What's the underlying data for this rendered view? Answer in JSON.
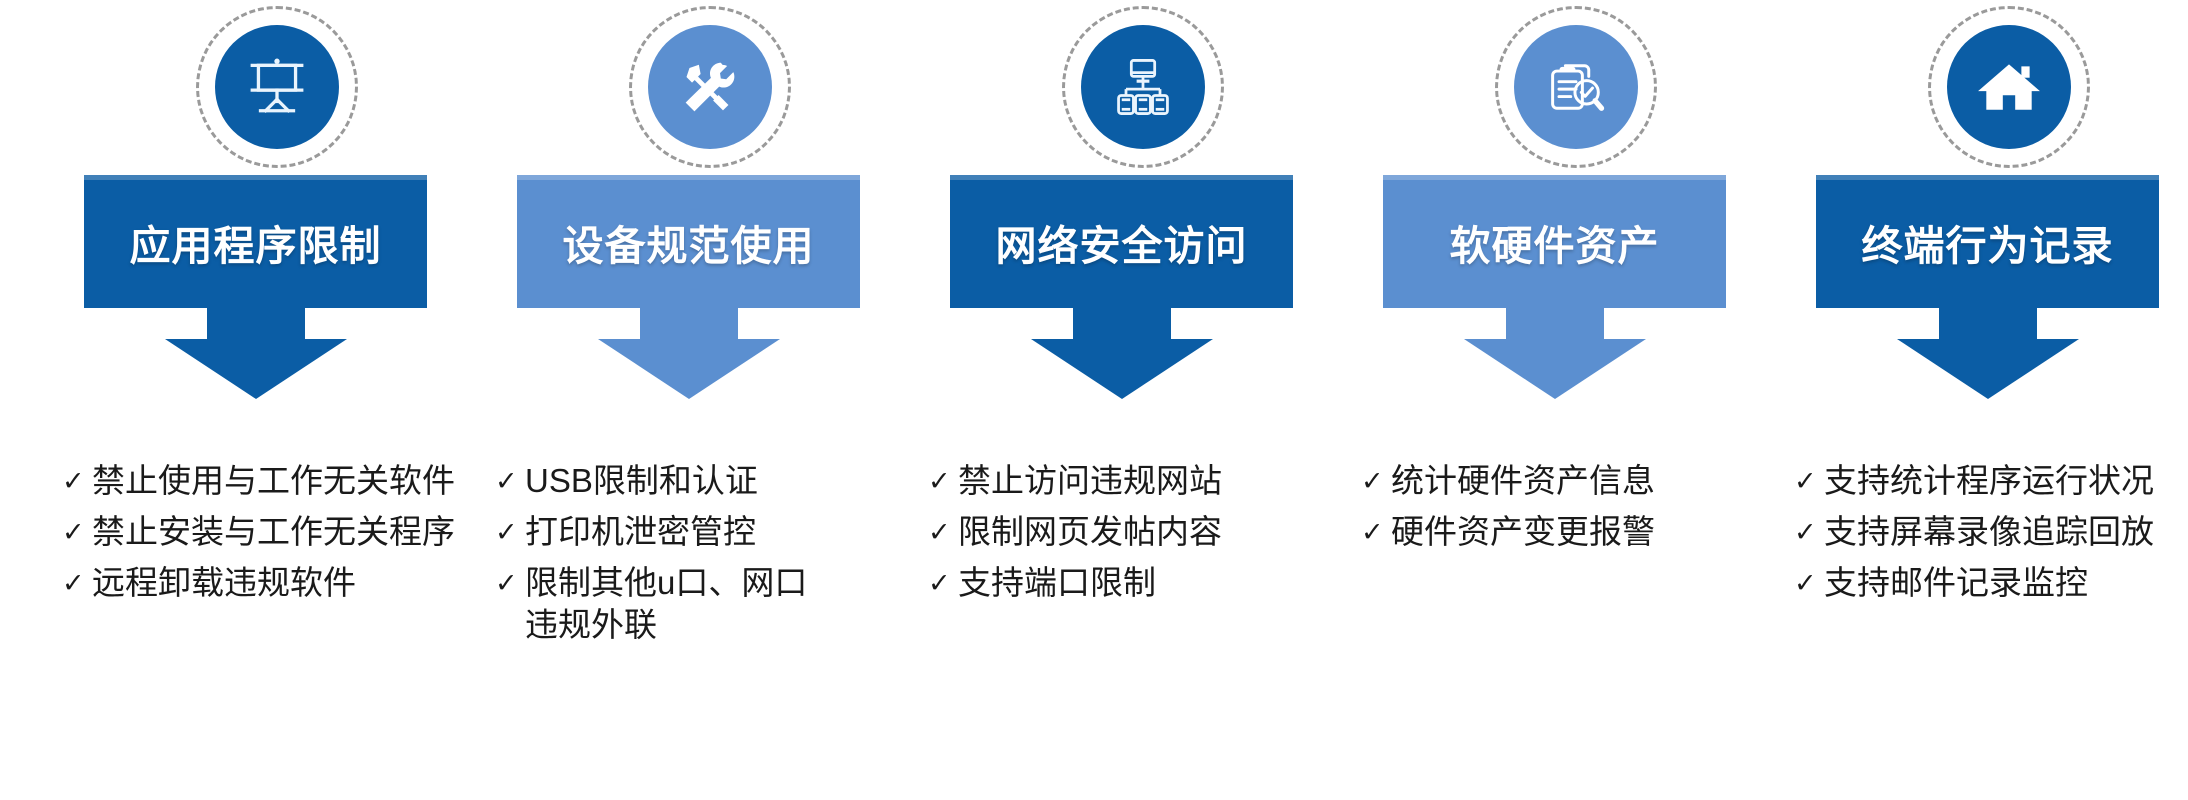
{
  "diagram": {
    "type": "five-pillar-process-infographic",
    "colors": {
      "dark_blue": "#0B5DA5",
      "light_blue": "#5B8FD0",
      "ring_gray": "#9a9a9a",
      "text_dark": "#1a1a1a",
      "banner_text": "#ffffff",
      "background": "#ffffff"
    },
    "check_glyph": "✓",
    "columns": [
      {
        "id": "app-restriction",
        "icon": "presentation-screen-icon",
        "accent": "#0B5DA5",
        "title": "应用程序限制",
        "bullets": [
          {
            "line1": "禁止使用与工作无关软件",
            "line2": ""
          },
          {
            "line1": "禁止安装与工作无关程序",
            "line2": ""
          },
          {
            "line1": "远程卸载违规软件",
            "line2": ""
          }
        ]
      },
      {
        "id": "device-standard-use",
        "icon": "hammer-wrench-icon",
        "accent": "#5B8FD0",
        "title": "设备规范使用",
        "bullets": [
          {
            "line1": "USB限制和认证",
            "line2": ""
          },
          {
            "line1": "打印机泄密管控",
            "line2": ""
          },
          {
            "line1": "限制其他u口、网口",
            "line2": "违规外联"
          }
        ]
      },
      {
        "id": "network-security-access",
        "icon": "network-topology-icon",
        "accent": "#0B5DA5",
        "title": "网络安全访问",
        "bullets": [
          {
            "line1": "禁止访问违规网站",
            "line2": ""
          },
          {
            "line1": "限制网页发帖内容",
            "line2": ""
          },
          {
            "line1": "支持端口限制",
            "line2": ""
          }
        ]
      },
      {
        "id": "software-hardware-assets",
        "icon": "clipboard-magnifier-check-icon",
        "accent": "#5B8FD0",
        "title": "软硬件资产",
        "bullets": [
          {
            "line1": "统计硬件资产信息",
            "line2": ""
          },
          {
            "line1": "硬件资产变更报警",
            "line2": ""
          }
        ]
      },
      {
        "id": "endpoint-behavior-logging",
        "icon": "home-icon",
        "accent": "#0B5DA5",
        "title": "终端行为记录",
        "bullets": [
          {
            "line1": "支持统计程序运行状况",
            "line2": ""
          },
          {
            "line1": "支持屏幕录像追踪回放",
            "line2": ""
          },
          {
            "line1": "支持邮件记录监控",
            "line2": ""
          }
        ]
      }
    ]
  }
}
